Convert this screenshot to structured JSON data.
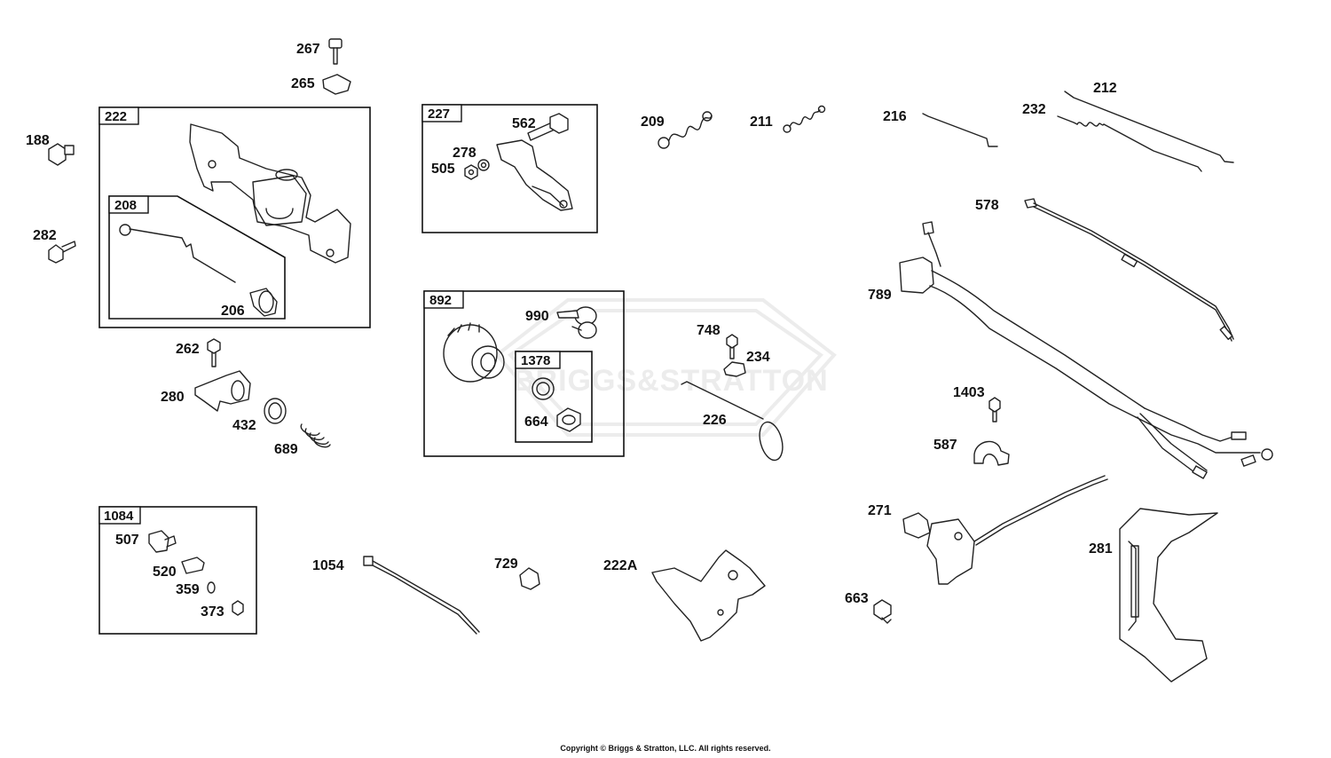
{
  "watermark": "BRIGGS&STRATTON",
  "copyright": "Copyright © Briggs & Stratton, LLC. All rights reserved.",
  "boxes": {
    "b222": "222",
    "b208": "208",
    "b227": "227",
    "b892": "892",
    "b1378": "1378",
    "b1084": "1084"
  },
  "labels": {
    "l267": "267",
    "l265": "265",
    "l188": "188",
    "l282": "282",
    "l206": "206",
    "l262": "262",
    "l280": "280",
    "l432": "432",
    "l689": "689",
    "l562": "562",
    "l278": "278",
    "l505": "505",
    "l990": "990",
    "l664": "664",
    "l209": "209",
    "l211": "211",
    "l216": "216",
    "l212": "212",
    "l232": "232",
    "l578": "578",
    "l789": "789",
    "l748": "748",
    "l234": "234",
    "l226": "226",
    "l1403": "1403",
    "l587": "587",
    "l271": "271",
    "l281": "281",
    "l663": "663",
    "l507": "507",
    "l520": "520",
    "l359": "359",
    "l373": "373",
    "l1054": "1054",
    "l729": "729",
    "l222A": "222A"
  }
}
